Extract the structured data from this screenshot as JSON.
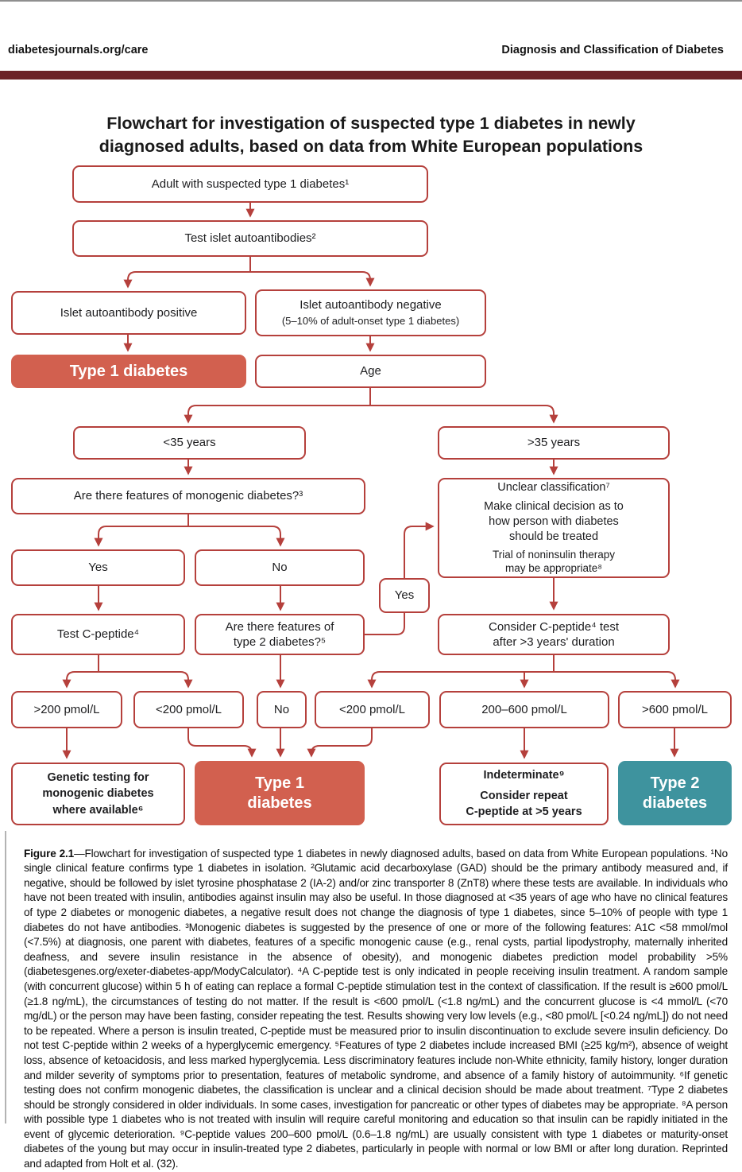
{
  "page": {
    "header_left": "diabetesjournals.org/care",
    "header_right": "Diagnosis and Classification of Diabetes"
  },
  "title": "Flowchart for investigation of suspected type 1 diabetes in newly\ndiagnosed adults, based on data from White European populations",
  "colors": {
    "line_red": "#b5403c",
    "fill_red": "#d2604f",
    "fill_teal": "#3e939e",
    "rule_maroon": "#6b2127"
  },
  "flowchart": {
    "nodes": {
      "adult": "Adult with suspected type 1 diabetes¹",
      "test_islet": "Test islet autoantibodies²",
      "ab_positive": "Islet autoantibody positive",
      "ab_negative_1": "Islet autoantibody negative",
      "ab_negative_2": "(5–10% of adult-onset type 1 diabetes)",
      "type1_early": "Type 1 diabetes",
      "age": "Age",
      "under35": "<35 years",
      "over35": ">35 years",
      "monogenic_q": "Are there features of monogenic diabetes?³",
      "unclear_1": "Unclear classification⁷",
      "unclear_2": "Make clinical decision as to\nhow person with diabetes\nshould be treated",
      "unclear_3": "Trial of noninsulin therapy\nmay be appropriate⁸",
      "yes": "Yes",
      "no": "No",
      "yes_link": "Yes",
      "test_cpeptide": "Test C-peptide⁴",
      "type2_q": "Are there features of\ntype 2 diabetes?⁵",
      "consider_cpeptide": "Consider C-peptide⁴ test\nafter >3 years' duration",
      "gt200": ">200 pmol/L",
      "lt200_a": "<200 pmol/L",
      "no_small": "No",
      "lt200_b": "<200 pmol/L",
      "range_200_600": "200–600 pmol/L",
      "gt600": ">600 pmol/L",
      "genetic": "Genetic testing for\nmonogenic diabetes\nwhere available⁶",
      "type1_final": "Type 1\ndiabetes",
      "indeterminate_1": "Indeterminate⁹",
      "indeterminate_2": "Consider repeat\nC-peptide at >5 years",
      "type2_final": "Type 2\ndiabetes"
    }
  },
  "caption": {
    "label": "Figure 2.1",
    "text": "—Flowchart for investigation of suspected type 1 diabetes in newly diagnosed adults, based on data from White European populations. ¹No single clinical feature confirms type 1 diabetes in isolation. ²Glutamic acid decarboxylase (GAD) should be the primary antibody measured and, if negative, should be followed by islet tyrosine phosphatase 2 (IA-2) and/or zinc transporter 8 (ZnT8) where these tests are available. In individuals who have not been treated with insulin, antibodies against insulin may also be useful. In those diagnosed at <35 years of age who have no clinical features of type 2 diabetes or monogenic diabetes, a negative result does not change the diagnosis of type 1 diabetes, since 5–10% of people with type 1 diabetes do not have antibodies. ³Monogenic diabetes is suggested by the presence of one or more of the following features: A1C <58 mmol/mol (<7.5%) at diagnosis, one parent with diabetes, features of a specific monogenic cause (e.g., renal cysts, partial lipodystrophy, maternally inherited deafness, and severe insulin resistance in the absence of obesity), and monogenic diabetes prediction model probability >5% (diabetesgenes.org/exeter-diabetes-app/ModyCalculator). ⁴A C-peptide test is only indicated in people receiving insulin treatment. A random sample (with concurrent glucose) within 5 h of eating can replace a formal C-peptide stimulation test in the context of classification. If the result is ≥600 pmol/L (≥1.8 ng/mL), the circumstances of testing do not matter. If the result is <600 pmol/L (<1.8 ng/mL) and the concurrent glucose is <4 mmol/L (<70 mg/dL) or the person may have been fasting, consider repeating the test. Results showing very low levels (e.g., <80 pmol/L [<0.24 ng/mL]) do not need to be repeated. Where a person is insulin treated, C-peptide must be measured prior to insulin discontinuation to exclude severe insulin deficiency. Do not test C-peptide within 2 weeks of a hyperglycemic emergency. ⁵Features of type 2 diabetes include increased BMI (≥25 kg/m²), absence of weight loss, absence of ketoacidosis, and less marked hyperglycemia. Less discriminatory features include non-White ethnicity, family history, longer duration and milder severity of symptoms prior to presentation, features of metabolic syndrome, and absence of a family history of autoimmunity. ⁶If genetic testing does not confirm monogenic diabetes, the classification is unclear and a clinical decision should be made about treatment. ⁷Type 2 diabetes should be strongly considered in older individuals. In some cases, investigation for pancreatic or other types of diabetes may be appropriate. ⁸A person with possible type 1 diabetes who is not treated with insulin will require careful monitoring and education so that insulin can be rapidly initiated in the event of glycemic deterioration. ⁹C-peptide values 200–600 pmol/L (0.6–1.8 ng/mL) are usually consistent with type 1 diabetes or maturity-onset diabetes of the young but may occur in insulin-treated type 2 diabetes, particularly in people with normal or low BMI or after long duration. Reprinted and adapted from Holt et al. (32)."
  }
}
